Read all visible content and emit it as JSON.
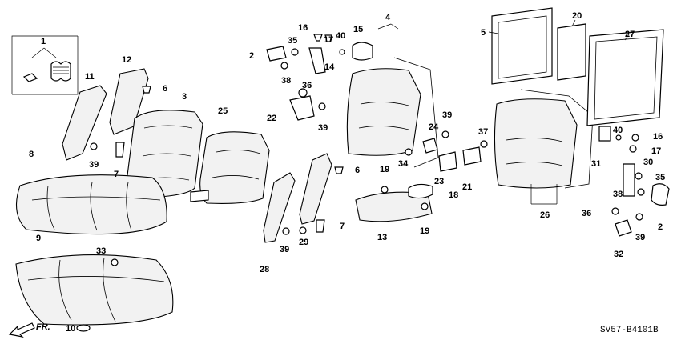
{
  "diagram": {
    "part_numbers": [
      "1",
      "2",
      "3",
      "4",
      "5",
      "6",
      "7",
      "8",
      "9",
      "10",
      "11",
      "12",
      "13",
      "14",
      "15",
      "16",
      "17",
      "18",
      "19",
      "20",
      "21",
      "22",
      "23",
      "24",
      "25",
      "26",
      "27",
      "28",
      "29",
      "30",
      "31",
      "32",
      "33",
      "34",
      "35",
      "36",
      "37",
      "38",
      "39",
      "40"
    ],
    "direction_label": "FR.",
    "drawing_code": "SV57-B4101B"
  }
}
